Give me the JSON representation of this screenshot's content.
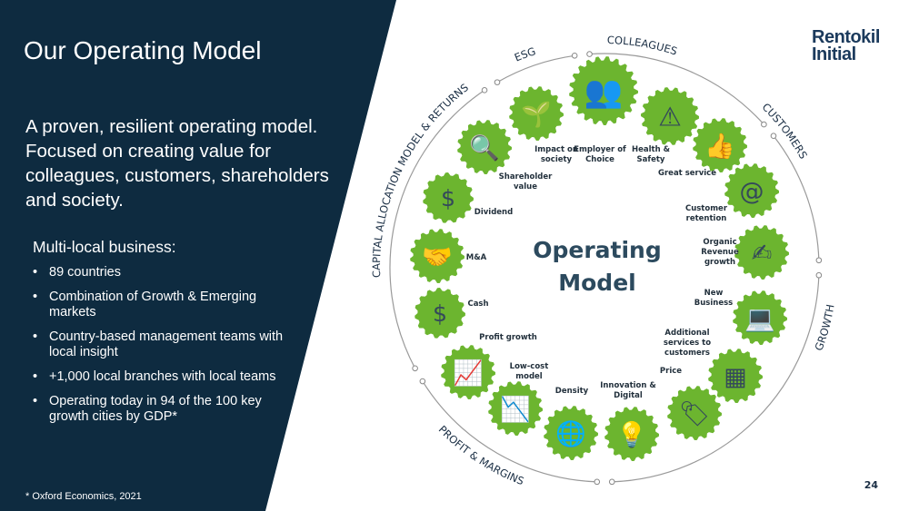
{
  "slide": {
    "title": "Our Operating Model",
    "intro": "A proven, resilient operating model. Focused on creating value for colleagues, customers, shareholders and society.",
    "subheading": "Multi-local business:",
    "bullets": [
      "89 countries",
      "Combination of Growth & Emerging markets",
      "Country-based management teams with local insight",
      "+1,000 local branches with local teams",
      "Operating today in 94 of the 100 key growth cities by GDP*"
    ],
    "footnote": "* Oxford Economics, 2021",
    "page_number": "24",
    "logo": {
      "line1": "Rentokil",
      "line2": "Initial"
    },
    "colors": {
      "panel": "#0e2b40",
      "gear": "#6cb52f",
      "icon": "#34495a",
      "arc": "#9a9a9a"
    }
  },
  "diagram": {
    "center_line1": "Operating",
    "center_line2": "Model",
    "segments": [
      "CAPITAL ALLOCATION MODEL & RETURNS",
      "ESG",
      "COLLEAGUES",
      "CUSTOMERS",
      "GROWTH",
      "PROFIT & MARGINS"
    ],
    "items": [
      {
        "label": "Employer of Choice",
        "icon": "people-icon",
        "glyph": "👥"
      },
      {
        "label": "Impact on society",
        "icon": "plant-icon",
        "glyph": "🌱"
      },
      {
        "label": "Health & Safety",
        "icon": "warning-icon",
        "glyph": "⚠"
      },
      {
        "label": "Shareholder value",
        "icon": "chart-search-icon",
        "glyph": "🔍"
      },
      {
        "label": "Great service",
        "icon": "thumbs-up-icon",
        "glyph": "👍"
      },
      {
        "label": "Dividend",
        "icon": "dollar-bill-icon",
        "glyph": "$"
      },
      {
        "label": "Customer retention",
        "icon": "address-book-icon",
        "glyph": "@"
      },
      {
        "label": "M&A",
        "icon": "handshake-icon",
        "glyph": "🤝"
      },
      {
        "label": "Organic Revenue growth",
        "icon": "signature-icon",
        "glyph": "✍"
      },
      {
        "label": "Cash",
        "icon": "hand-coins-icon",
        "glyph": "$"
      },
      {
        "label": "New Business",
        "icon": "laptop-icon",
        "glyph": "💻"
      },
      {
        "label": "Profit growth",
        "icon": "bar-chart-up-icon",
        "glyph": "📈"
      },
      {
        "label": "Additional services to customers",
        "icon": "gold-bars-icon",
        "glyph": "▦"
      },
      {
        "label": "Low-cost model",
        "icon": "bar-chart-down-icon",
        "glyph": "📉"
      },
      {
        "label": "Price",
        "icon": "price-tag-icon",
        "glyph": "🏷"
      },
      {
        "label": "Density",
        "icon": "globe-icon",
        "glyph": "🌐"
      },
      {
        "label": "Innovation & Digital",
        "icon": "lightbulb-icon",
        "glyph": "💡"
      }
    ]
  }
}
